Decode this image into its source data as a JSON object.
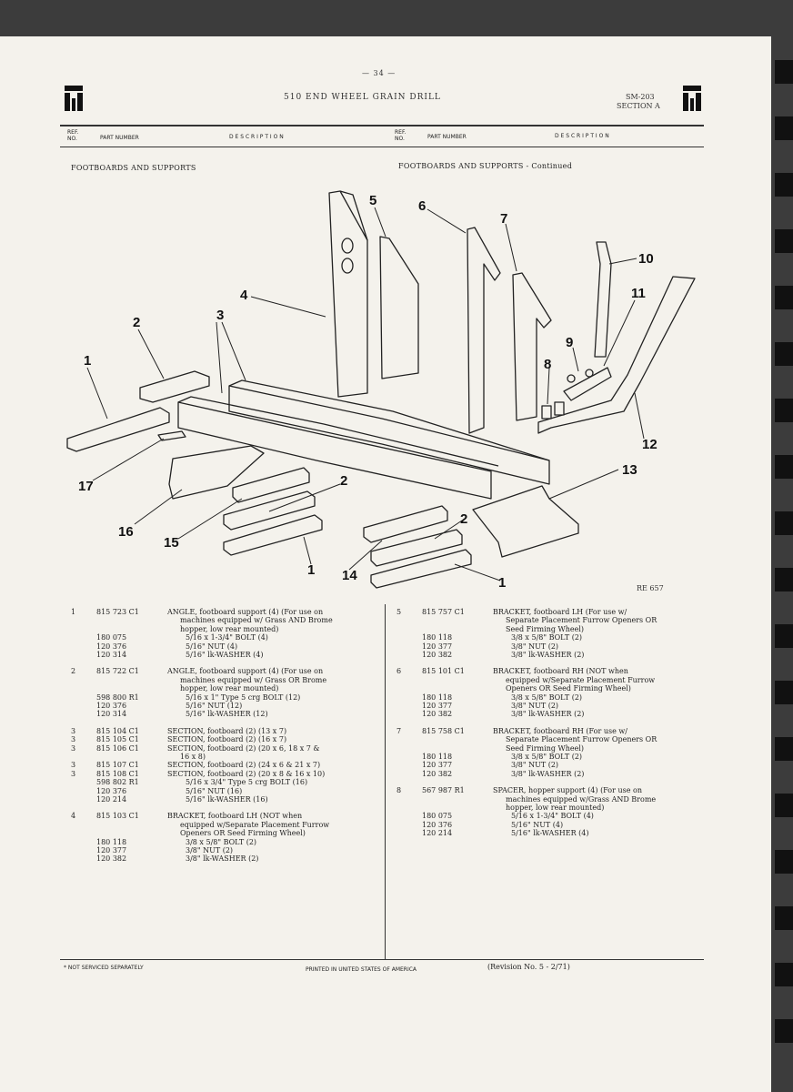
{
  "page_number": "— 34 —",
  "title": "510 END WHEEL GRAIN DRILL",
  "manual_code": "SM-203",
  "section": "SECTION A",
  "column_headers": {
    "ref": "REF.",
    "no": "NO.",
    "part_number": "PART NUMBER",
    "description": "D E S C R I P T I O N"
  },
  "section_titles": {
    "left": "FOOTBOARDS AND SUPPORTS",
    "right": "FOOTBOARDS AND SUPPORTS - Continued"
  },
  "figure_number": "RE 657",
  "callouts": [
    "1",
    "2",
    "3",
    "4",
    "5",
    "6",
    "7",
    "8",
    "9",
    "10",
    "11",
    "12",
    "13",
    "14",
    "15",
    "16",
    "17",
    "2",
    "1",
    "2",
    "1",
    "3"
  ],
  "entries_left": [
    {
      "ref": "1",
      "part": "815 723 C1",
      "desc": [
        "ANGLE, footboard support (4) (For use on",
        "machines equipped w/ Grass AND Brome",
        "hopper, low rear mounted)"
      ],
      "hardware": [
        [
          "180 075",
          "5/16 x 1-3/4\" BOLT (4)"
        ],
        [
          "120 376",
          "5/16\" NUT (4)"
        ],
        [
          "120 314",
          "5/16\" lk-WASHER (4)"
        ]
      ]
    },
    {
      "ref": "2",
      "part": "815 722 C1",
      "desc": [
        "ANGLE, footboard support (4) (For use on",
        "machines equipped w/ Grass OR Brome",
        "hopper, low rear mounted)"
      ],
      "hardware": [
        [
          "598 800 R1",
          "5/16 x 1\" Type 5 crg BOLT (12)"
        ],
        [
          "120 376",
          "5/16\" NUT (12)"
        ],
        [
          "120 314",
          "5/16\" lk-WASHER (12)"
        ]
      ]
    },
    {
      "ref": "3",
      "part": "815 104 C1",
      "desc": [
        "SECTION, footboard (2) (13 x 7)"
      ],
      "hardware": []
    },
    {
      "ref": "3",
      "part": "815 105 C1",
      "desc": [
        "SECTION, footboard (2) (16 x 7)"
      ],
      "hardware": []
    },
    {
      "ref": "3",
      "part": "815 106 C1",
      "desc": [
        "SECTION, footboard (2) (20 x 6,  18 x 7 &",
        "16 x 8)"
      ],
      "hardware": []
    },
    {
      "ref": "3",
      "part": "815 107 C1",
      "desc": [
        "SECTION, footboard (2) (24 x 6 & 21 x 7)"
      ],
      "hardware": []
    },
    {
      "ref": "3",
      "part": "815 108 C1",
      "desc": [
        "SECTION, footboard (2) (20 x 8 & 16 x 10)"
      ],
      "hardware": [
        [
          "598 802 R1",
          "5/16 x 3/4\" Type 5 crg BOLT (16)"
        ],
        [
          "120 376",
          "5/16\" NUT (16)"
        ],
        [
          "120 214",
          "5/16\" lk-WASHER (16)"
        ]
      ]
    },
    {
      "ref": "4",
      "part": "815 103 C1",
      "desc": [
        "BRACKET, footboard LH (NOT when",
        "equipped w/Separate Placement Furrow",
        "Openers OR Seed Firming Wheel)"
      ],
      "hardware": [
        [
          "180 118",
          "3/8 x 5/8\" BOLT (2)"
        ],
        [
          "120 377",
          "3/8\" NUT (2)"
        ],
        [
          "120 382",
          "3/8\" lk-WASHER (2)"
        ]
      ]
    }
  ],
  "entries_right": [
    {
      "ref": "5",
      "part": "815 757 C1",
      "desc": [
        "BRACKET, footboard LH (For use w/",
        "Separate Placement Furrow Openers OR",
        "Seed Firming Wheel)"
      ],
      "hardware": [
        [
          "180 118",
          "3/8 x 5/8\" BOLT (2)"
        ],
        [
          "120 377",
          "3/8\" NUT (2)"
        ],
        [
          "120 382",
          "3/8\" lk-WASHER (2)"
        ]
      ]
    },
    {
      "ref": "6",
      "part": "815 101 C1",
      "desc": [
        "BRACKET, footboard RH (NOT when",
        "equipped w/Separate Placement Furrow",
        "Openers OR Seed Firming Wheel)"
      ],
      "hardware": [
        [
          "180 118",
          "3/8 x 5/8\" BOLT (2)"
        ],
        [
          "120 377",
          "3/8\" NUT (2)"
        ],
        [
          "120 382",
          "3/8\" lk-WASHER (2)"
        ]
      ]
    },
    {
      "ref": "7",
      "part": "815 758 C1",
      "desc": [
        "BRACKET, footboard RH (For use w/",
        "Separate Placement Furrow Openers OR",
        "Seed Firming Wheel)"
      ],
      "hardware": [
        [
          "180 118",
          "3/8 x 5/8\" BOLT (2)"
        ],
        [
          "120 377",
          "3/8\" NUT (2)"
        ],
        [
          "120 382",
          "3/8\" lk-WASHER (2)"
        ]
      ]
    },
    {
      "ref": "8",
      "part": "567 987 R1",
      "desc": [
        "SPACER, hopper support (4) (For use on",
        "machines equipped w/Grass AND Brome",
        "hopper, low rear mounted)"
      ],
      "hardware": [
        [
          "180 075",
          "5/16 x 1-3/4\" BOLT (4)"
        ],
        [
          "120 376",
          "5/16\" NUT (4)"
        ],
        [
          "120 214",
          "5/16\" lk-WASHER (4)"
        ]
      ]
    }
  ],
  "footer_left": "* NOT SERVICED SEPARATELY",
  "footer_center": "PRINTED IN UNITED STATES OF AMERICA",
  "footer_right": "(Revision No. 5 - 2/71)"
}
